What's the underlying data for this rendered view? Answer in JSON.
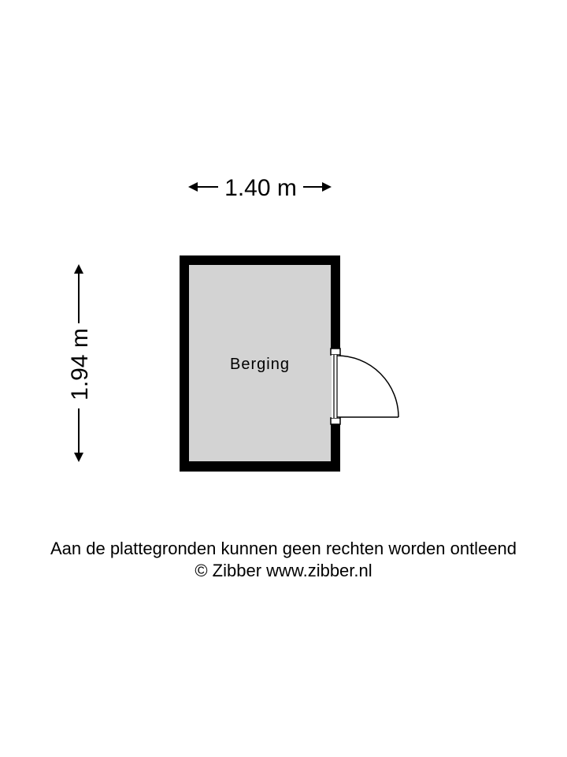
{
  "floorplan": {
    "width_label": "1.40 m",
    "height_label": "1.94 m",
    "room": {
      "name": "Berging",
      "fill_color": "#d3d3d3",
      "wall_color": "#000000"
    }
  },
  "footer": {
    "disclaimer": "Aan de plattegronden kunnen geen rechten worden ontleend",
    "copyright": "© Zibber www.zibber.nl"
  }
}
